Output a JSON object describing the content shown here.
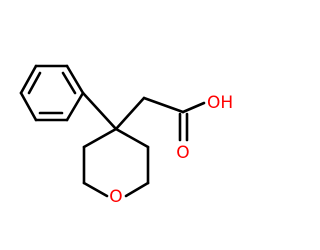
{
  "molecule": {
    "atoms": {
      "ring_oxygen": "O",
      "carbonyl_oxygen": "O",
      "hydroxyl": "OH"
    },
    "heteroatom_color": "#ff0000",
    "bond_color": "#000000"
  }
}
